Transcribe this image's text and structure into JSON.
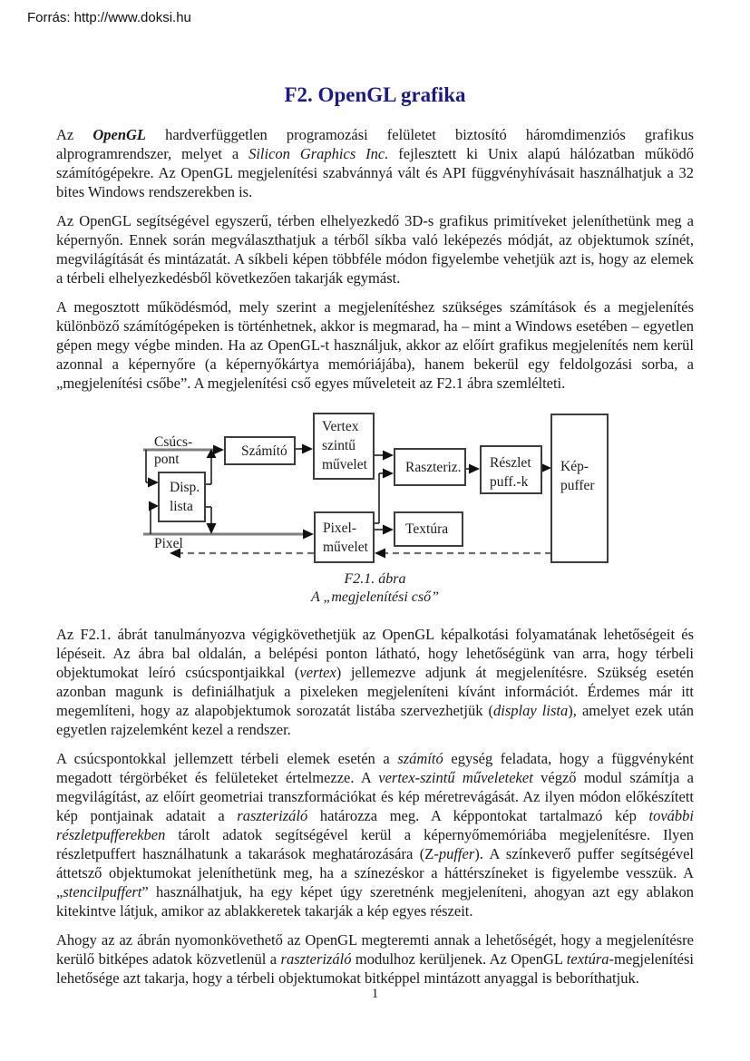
{
  "header": {
    "source_label": "Forrás: http://www.doksi.hu"
  },
  "title": "F2. OpenGL grafika",
  "paragraphs": [
    {
      "runs": [
        {
          "t": "Az "
        },
        {
          "t": "OpenGL",
          "s": "bi"
        },
        {
          "t": " hardverfüggetlen programozási felületet biztosító háromdimenziós grafikus alprogramrendszer, melyet a "
        },
        {
          "t": "Silicon Graphics Inc.",
          "s": "i"
        },
        {
          "t": " fejlesztett ki Unix alapú hálózatban működő számítógépekre. Az OpenGL megjelenítési szabvánnyá vált és API függvényhívásait használhatjuk a 32 bites Windows rendszerekben is."
        }
      ]
    },
    {
      "runs": [
        {
          "t": "Az OpenGL segítségével egyszerű, térben elhelyezkedő 3D-s grafikus primitíveket jeleníthetünk meg a képernyőn. Ennek során megválaszthatjuk a térből síkba való leképezés módját, az objektumok színét, megvilágítását és mintázatát. A síkbeli képen többféle módon figyelembe vehetjük azt is, hogy az elemek a térbeli elhelyezkedésből következően takarják egymást."
        }
      ]
    },
    {
      "runs": [
        {
          "t": "A megosztott működésmód, mely szerint a megjelenítéshez szükséges számítások és a megjelenítés különböző számítógépeken is történhetnek, akkor is megmarad, ha – mint a Windows esetében – egyetlen gépen megy végbe minden. Ha az OpenGL-t használjuk, akkor az előírt grafikus megjelenítés nem kerül azonnal a képernyőre (a képernyőkártya memóriájába), hanem bekerül egy feldolgozási sorba, a „megjelenítési csőbe”. A megjelenítési cső egyes műveleteit az F2.1 ábra szemlélteti."
        }
      ]
    },
    {
      "runs": [
        {
          "t": "Az F2.1. ábrát tanulmányozva végigkövethetjük az OpenGL képalkotási folyamatának lehetőségeit és lépéseit. Az ábra bal oldalán, a belépési ponton látható, hogy lehetőségünk van arra, hogy térbeli objektumokat leíró csúcspontjaikkal ("
        },
        {
          "t": "vertex",
          "s": "i"
        },
        {
          "t": ") jellemezve adjunk át megjelenítésre. Szükség esetén azonban magunk is definiálhatjuk a pixeleken megjeleníteni kívánt információt. Érdemes már itt megemlíteni, hogy az alapobjektumok sorozatát listába szervezhetjük ("
        },
        {
          "t": "display lista",
          "s": "i"
        },
        {
          "t": "), amelyet ezek után egyetlen rajzelemként kezel a rendszer."
        }
      ]
    },
    {
      "runs": [
        {
          "t": "A csúcspontokkal jellemzett térbeli elemek esetén a "
        },
        {
          "t": "számító",
          "s": "i"
        },
        {
          "t": " egység feladata, hogy a függvényként megadott térgörbéket és felületeket értelmezze. A "
        },
        {
          "t": "vertex-szintű műveleteket",
          "s": "i"
        },
        {
          "t": " végző modul számítja a megvilágítást, az előírt geometriai transzformációkat és kép méretrevágását. Az ilyen módon előkészített kép pontjainak adatait a "
        },
        {
          "t": "raszterizáló",
          "s": "i"
        },
        {
          "t": " határozza meg. A képpontokat tartalmazó kép "
        },
        {
          "t": "további részletpufferekben",
          "s": "i"
        },
        {
          "t": " tárolt adatok segítségével kerül a képernyőmemóriába megjelenítésre. Ilyen részletpuffert használhatunk a takarások meghatározására (Z-"
        },
        {
          "t": "puffer",
          "s": "i"
        },
        {
          "t": "). A színkeverő puffer segítségével áttetsző objektumokat jeleníthetünk meg, ha a színezéskor a háttérszíneket is figyelembe vesszük. A „"
        },
        {
          "t": "stencilpuffert",
          "s": "i"
        },
        {
          "t": "” használhatjuk, ha egy képet úgy szeretnénk megjeleníteni, ahogyan azt egy ablakon kitekintve látjuk, amikor az ablakkeretek takarják a kép egyes részeit."
        }
      ]
    },
    {
      "runs": [
        {
          "t": "Ahogy az az ábrán nyomonkövethető az OpenGL megteremti annak a lehetőségét, hogy a megjelenítésre kerülő bitképes adatok közvetlenül a "
        },
        {
          "t": "raszterizáló",
          "s": "i"
        },
        {
          "t": " modulhoz kerüljenek. Az OpenGL "
        },
        {
          "t": "textúra",
          "s": "i"
        },
        {
          "t": "-megjelenítési lehetősége azt takarja, hogy a térbeli objektumokat bitképpel mintázott anyaggal is beboríthatjuk."
        }
      ]
    }
  ],
  "figure": {
    "caption_line1": "F2.1. ábra",
    "caption_line2": "A „megjelenítési cső”",
    "nodes": {
      "csucspont_label": [
        "Csúcs-",
        "pont"
      ],
      "pixel_label": [
        "Pixel"
      ],
      "szamito": [
        "Számító"
      ],
      "vertex_szintu_muvelet": [
        "Vertex",
        "szintű",
        "művelet"
      ],
      "disp_lista": [
        "Disp.",
        "lista"
      ],
      "pixel_muvelet": [
        "Pixel-",
        "művelet"
      ],
      "raszterizal": [
        "Raszteriz."
      ],
      "textura": [
        "Textúra"
      ],
      "reszlet_pufferek": [
        "Részlet",
        "puff.-k"
      ],
      "kep_puffer": [
        "Kép-",
        "puffer"
      ]
    }
  },
  "page_number": "1",
  "colors": {
    "title_text": "#1a1a8c",
    "body_text": "#1a1a1a",
    "diagram_box_border": "#3d3d3d",
    "diagram_bus_line": "#7f7f7f",
    "diagram_dashed_line": "#6e6e6e"
  }
}
